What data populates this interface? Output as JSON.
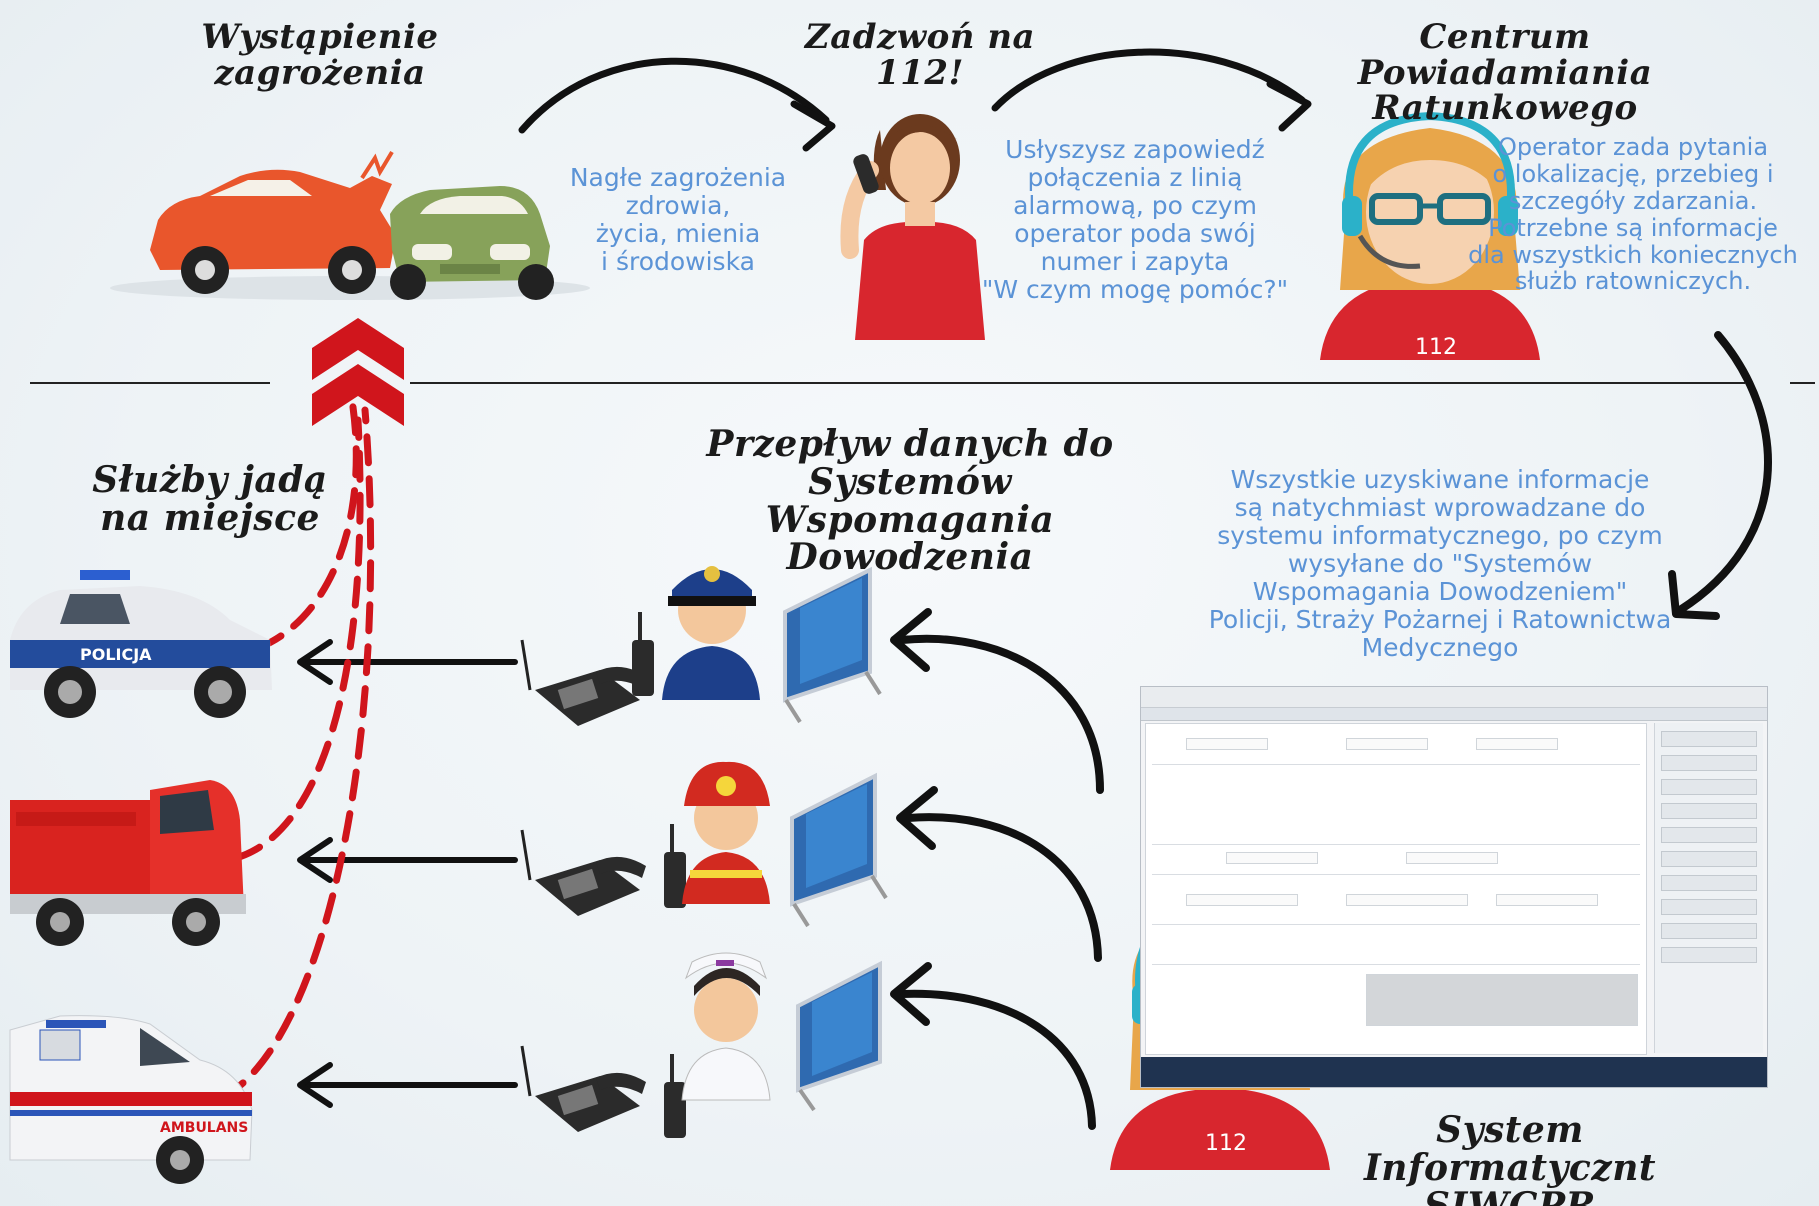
{
  "titles": {
    "threat": "Wystąpienie zagrożenia",
    "call": "Zadzwoń na 112!",
    "center": "Centrum Powiadamiania\nRatunkowego",
    "services": "Służby jadą\nna miejsce",
    "dataflow": "Przepływ danych do\nSystemów Wspomagania\nDowodzenia",
    "system": "System Informatycznt\nSIWCPR"
  },
  "texts": {
    "threat_desc": "Nagłe zagrożenia\nzdrowia,\nżycia, mienia\ni środowiska",
    "call_desc": "Usłyszysz zapowiedź\npołączenia z linią\nalarmową, po czym\noperator poda swój\nnumer i zapyta\n\"W czym mogę pomóc?\"",
    "operator_desc": "Operator zada pytania\no lokalizację, przebieg i\nszczegóły zdarzania.\nPotrzebne są informacje\ndla wszystkich koniecznych\nsłużb ratowniczych.",
    "system_desc": "Wszystkie uzyskiwane informacje\nsą natychmiast wprowadzane do\nsystemu informatycznego, po czym\nwysyłane do \"Systemów\nWspomagania Dowodzeniem\"\nPolicji, Straży Pożarnej i Ratownictwa\nMedycznego"
  },
  "labels": {
    "police_car": "POLICJA",
    "ambulance": "AMBULANS",
    "operator_badge_top": "112",
    "operator_badge_bottom": "112"
  },
  "colors": {
    "text_blue": "#5b93d6",
    "dashed_red": "#d0151c",
    "arrow_black": "#111111",
    "operator_red": "#d8262e",
    "hair": "#e8a64a",
    "headset": "#2bb1c9"
  }
}
